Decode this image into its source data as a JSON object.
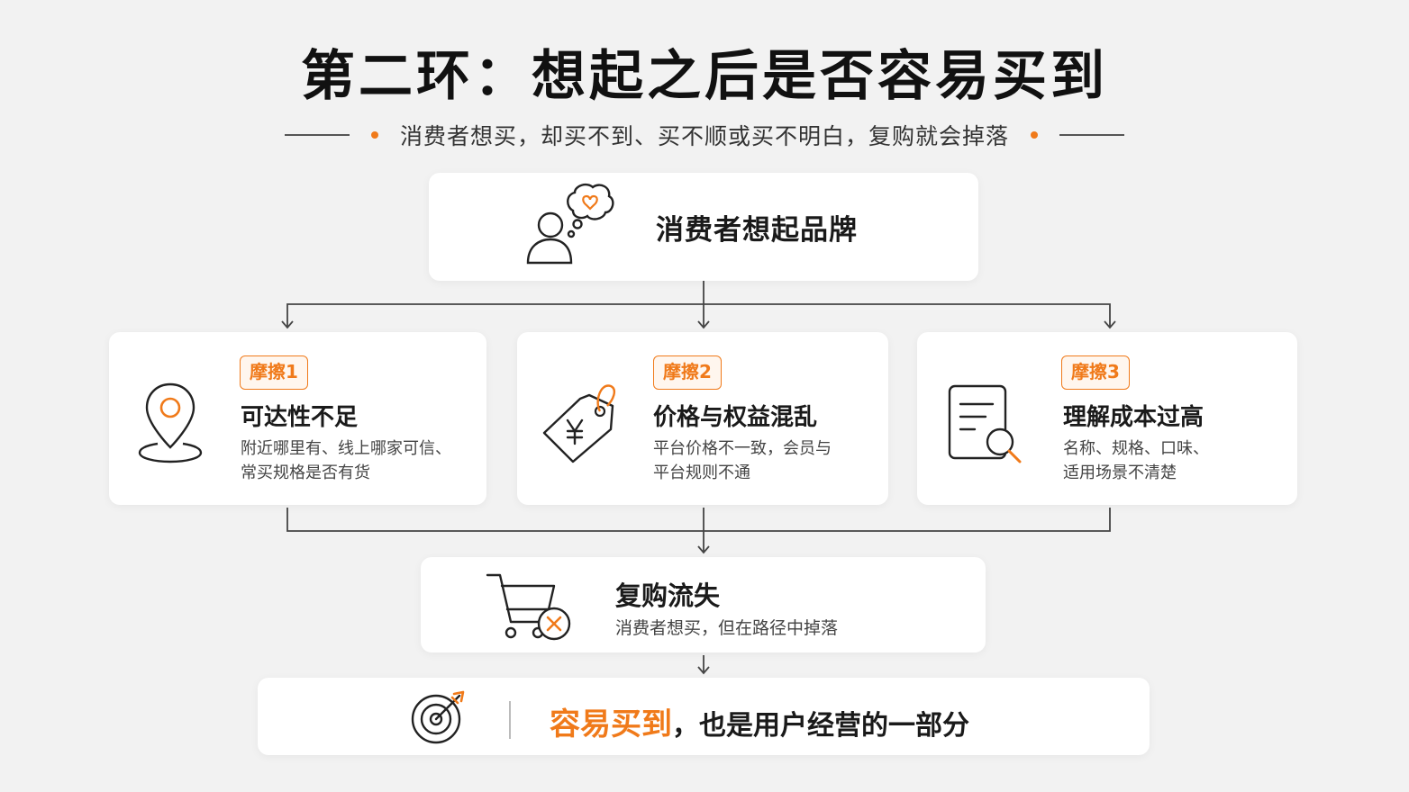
{
  "title": "第二环：想起之后是否容易买到",
  "subtitle": "消费者想买，却买不到、买不顺或买不明白，复购就会掉落",
  "top_node": {
    "label": "消费者想起品牌",
    "icon": "person-thought-heart-icon"
  },
  "frictions": [
    {
      "badge": "摩擦1",
      "title": "可达性不足",
      "desc_line1": "附近哪里有、线上哪家可信、",
      "desc_line2": "常买规格是否有货",
      "icon": "location-pin-icon"
    },
    {
      "badge": "摩擦2",
      "title": "价格与权益混乱",
      "desc_line1": "平台价格不一致，会员与",
      "desc_line2": "平台规则不通",
      "icon": "price-tag-yen-icon"
    },
    {
      "badge": "摩擦3",
      "title": "理解成本过高",
      "desc_line1": "名称、规格、口味、",
      "desc_line2": "适用场景不清楚",
      "icon": "document-search-icon"
    }
  ],
  "result_node": {
    "title": "复购流失",
    "desc": "消费者想买，但在路径中掉落",
    "icon": "cart-cancel-icon"
  },
  "conclusion": {
    "highlight": "容易买到",
    "rest": "，也是用户经营的一部分",
    "icon": "target-arrow-icon"
  },
  "colors": {
    "accent": "#f07a1a",
    "text": "#1a1a1a",
    "line": "#444444",
    "background": "#f2f2f2"
  }
}
